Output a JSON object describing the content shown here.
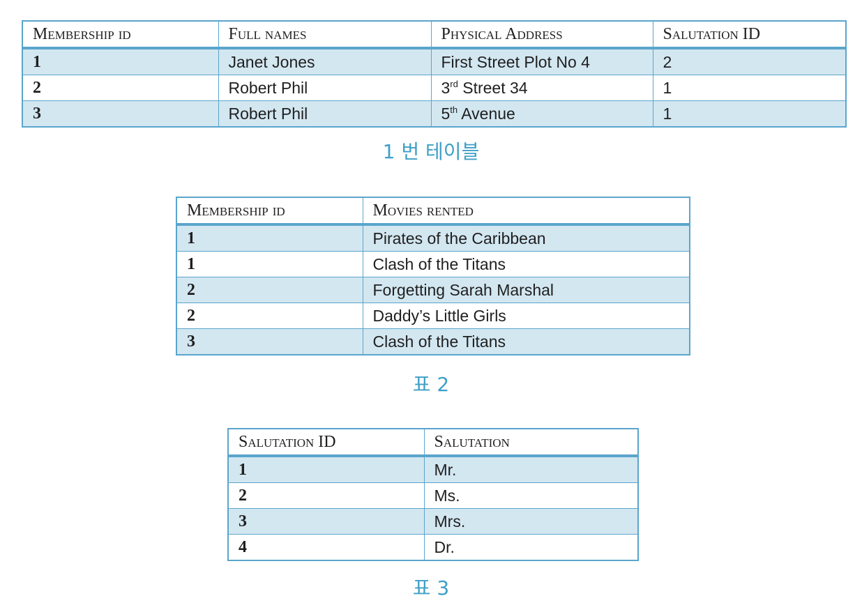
{
  "tables": [
    {
      "headers": [
        "Membership id",
        "Full names",
        "Physical Address",
        "Salutation ID"
      ],
      "rows": [
        [
          "1",
          "Janet Jones",
          "First Street Plot No 4",
          "2"
        ],
        [
          "2",
          "Robert Phil",
          "3rd Street 34",
          "1"
        ],
        [
          "3",
          "Robert Phil",
          "5th Avenue",
          "1"
        ]
      ],
      "caption": "1 번 테이블"
    },
    {
      "headers": [
        "Membership id",
        "Movies rented"
      ],
      "rows": [
        [
          "1",
          "Pirates of the Caribbean"
        ],
        [
          "1",
          "Clash of the Titans"
        ],
        [
          "2",
          "Forgetting Sarah Marshal"
        ],
        [
          "2",
          "Daddy’s Little Girls"
        ],
        [
          "3",
          "Clash of the Titans"
        ]
      ],
      "caption": "표 2"
    },
    {
      "headers": [
        "Salutation ID",
        "Salutation"
      ],
      "rows": [
        [
          "1",
          "Mr."
        ],
        [
          "2",
          "Ms."
        ],
        [
          "3",
          "Mrs."
        ],
        [
          "4",
          "Dr."
        ]
      ],
      "caption": "표 3"
    }
  ],
  "colors": {
    "border": "#5aa5cc",
    "shaded_row": "#d3e7f1",
    "caption": "#3e9fc7"
  }
}
